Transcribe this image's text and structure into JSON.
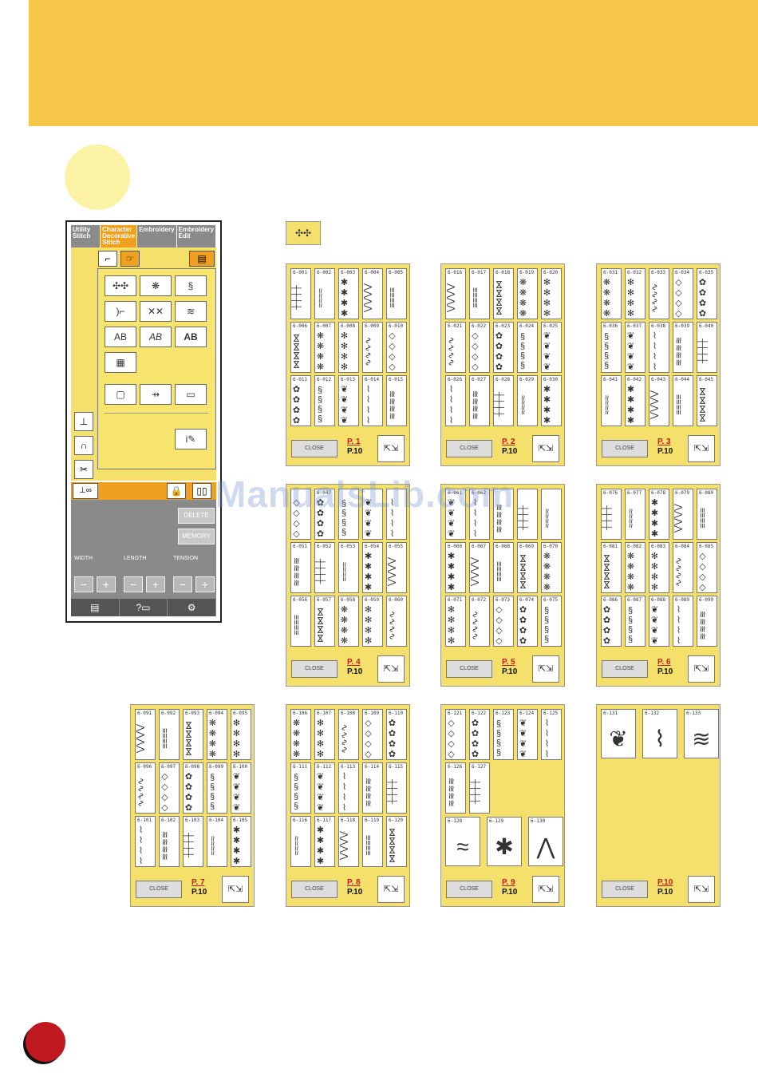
{
  "lcd": {
    "tabs": [
      "Utility Stitch",
      "Character Decorative Stitch",
      "Embroidery",
      "Embroidery Edit"
    ],
    "active_tab": 1,
    "buttons": {
      "delete": "DELETE",
      "memory": "MEMORY"
    },
    "labels": {
      "width": "WIDTH",
      "length": "LENGTH",
      "tension": "TENSION"
    },
    "plus": "+",
    "minus": "−",
    "category_icons": [
      "decorative-stitch-icon",
      "satin-stitch-icon",
      "cross-stitch-icon",
      "utility-deco-icon",
      "satin-7mm-icon",
      "cross-7mm-icon",
      "block-font-icon",
      "script-font-icon",
      "outline-font-icon",
      "my-custom-stitch-icon",
      "pocket-icon",
      "usb-icon",
      "computer-icon"
    ]
  },
  "pages": [
    {
      "page": "P. 1",
      "total": "P.10",
      "close": "CLOSE",
      "cells": [
        "6-001",
        "6-002",
        "6-003",
        "6-004",
        "6-005",
        "6-006",
        "6-007",
        "6-008",
        "6-009",
        "6-010",
        "6-011",
        "6-012",
        "6-013",
        "6-014",
        "6-015"
      ]
    },
    {
      "page": "P. 2",
      "total": "P.10",
      "close": "CLOSE",
      "cells": [
        "6-016",
        "6-017",
        "6-018",
        "6-019",
        "6-020",
        "6-021",
        "6-022",
        "6-023",
        "6-024",
        "6-025",
        "6-026",
        "6-027",
        "6-028",
        "6-029",
        "6-030"
      ]
    },
    {
      "page": "P. 3",
      "total": "P.10",
      "close": "CLOSE",
      "cells": [
        "6-031",
        "6-032",
        "6-033",
        "6-034",
        "6-035",
        "6-036",
        "6-037",
        "6-038",
        "6-039",
        "6-040",
        "6-041",
        "6-042",
        "6-043",
        "6-044",
        "6-045"
      ]
    },
    {
      "page": "P. 4",
      "total": "P.10",
      "close": "CLOSE",
      "cells": [
        "",
        "6-047",
        "",
        "",
        "",
        "6-051",
        "6-052",
        "6-053",
        "6-054",
        "6-055",
        "6-056",
        "6-057",
        "6-058",
        "6-059",
        "6-060"
      ]
    },
    {
      "page": "P. 5",
      "total": "P.10",
      "close": "CLOSE",
      "cells": [
        "6-061",
        "6-062",
        "",
        "",
        "",
        "6-066",
        "6-067",
        "6-068",
        "6-069",
        "6-070",
        "6-071",
        "6-072",
        "6-073",
        "6-074",
        "6-075"
      ]
    },
    {
      "page": "P. 6",
      "total": "P.10",
      "close": "CLOSE",
      "cells": [
        "6-076",
        "6-077",
        "6-078",
        "6-079",
        "6-080",
        "6-081",
        "6-082",
        "6-083",
        "6-084",
        "6-085",
        "6-086",
        "6-087",
        "6-088",
        "6-089",
        "6-090"
      ]
    },
    {
      "page": "P. 7",
      "total": "P.10",
      "close": "CLOSE",
      "cells": [
        "6-091",
        "6-092",
        "6-093",
        "6-094",
        "6-095",
        "6-096",
        "6-097",
        "6-098",
        "6-099",
        "6-100",
        "6-101",
        "6-102",
        "6-103",
        "6-104",
        "6-105"
      ]
    },
    {
      "page": "P. 8",
      "total": "P.10",
      "close": "CLOSE",
      "cells": [
        "6-106",
        "6-107",
        "6-108",
        "6-109",
        "6-110",
        "6-111",
        "6-112",
        "6-113",
        "6-114",
        "6-115",
        "6-116",
        "6-117",
        "6-118",
        "6-119",
        "6-120"
      ]
    },
    {
      "page": "P. 9",
      "total": "P.10",
      "close": "CLOSE",
      "cells": [
        "6-121",
        "6-122",
        "6-123",
        "6-124",
        "6-125",
        "6-126",
        "6-127",
        "6-128",
        "6-129",
        "6-130"
      ]
    },
    {
      "page": "P.10",
      "total": "P.10",
      "close": "CLOSE",
      "cells": [
        "6-131",
        "6-132",
        "6-133"
      ]
    }
  ],
  "watermark": "ManualsLib.com"
}
